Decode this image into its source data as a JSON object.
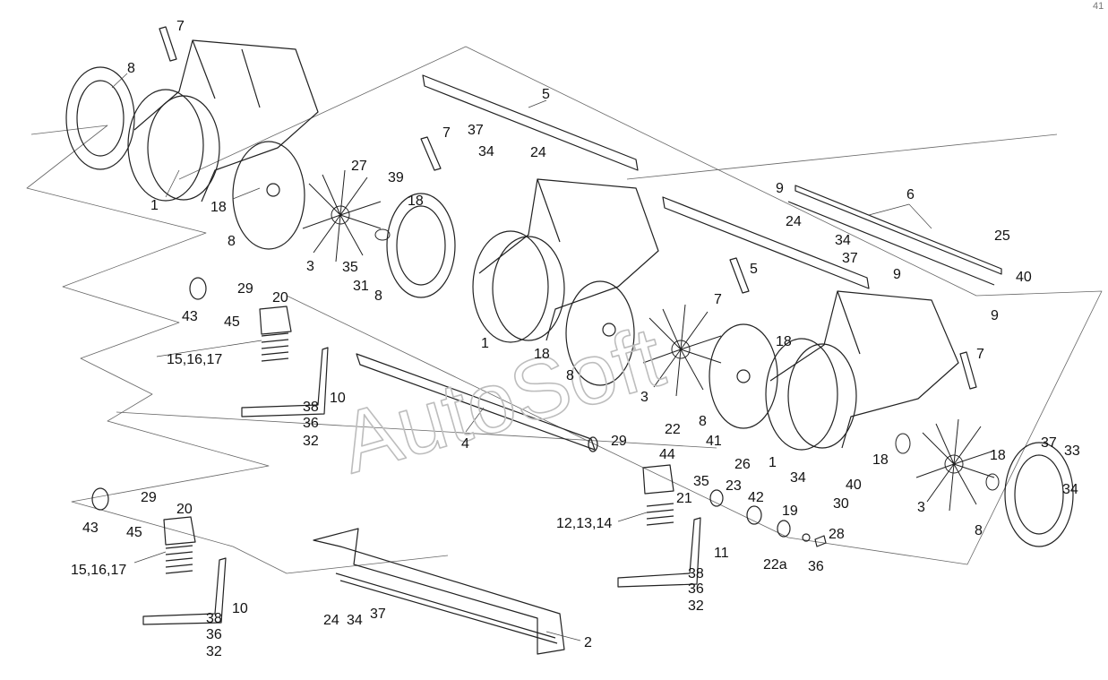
{
  "watermark": "AutoSoft",
  "page_number": "41",
  "callouts": {
    "c_7a": "7",
    "c_8a": "8",
    "c_1a": "1",
    "c_18a": "18",
    "c_8b": "8",
    "c_3a": "3",
    "c_27": "27",
    "c_39": "39",
    "c_18b": "18",
    "c_35a": "35",
    "c_31": "31",
    "c_8c": "8",
    "c_5a": "5",
    "c_37a": "37",
    "c_34a": "34",
    "c_24a": "24",
    "c_7b": "7",
    "c_9a": "9",
    "c_6": "6",
    "c_24b": "24",
    "c_34b": "34",
    "c_37b": "37",
    "c_9b": "9",
    "c_25": "25",
    "c_40a": "40",
    "c_9c": "9",
    "c_5b": "5",
    "c_7c": "7",
    "c_43a": "43",
    "c_29a": "29",
    "c_20a": "20",
    "c_45a": "45",
    "c_15a": "15,16,17",
    "c_10a": "10",
    "c_38a": "38",
    "c_36a": "36",
    "c_32a": "32",
    "c_1b": "1",
    "c_18c": "18",
    "c_8d": "8",
    "c_3b": "3",
    "c_18d": "18",
    "c_7d": "7",
    "c_4": "4",
    "c_29b": "29",
    "c_44": "44",
    "c_22": "22",
    "c_8e": "8",
    "c_41": "41",
    "c_26": "26",
    "c_35b": "35",
    "c_21": "21",
    "c_23": "23",
    "c_42": "42",
    "c_19": "19",
    "c_12": "12,13,14",
    "c_28": "28",
    "c_22a": "22a",
    "c_36b": "36",
    "c_11": "11",
    "c_38b": "38",
    "c_36c": "36",
    "c_32b": "32",
    "c_1c": "1",
    "c_18e": "18",
    "c_37c": "37",
    "c_33": "33",
    "c_34c": "34",
    "c_34d": "34",
    "c_40b": "40",
    "c_30": "30",
    "c_3c": "3",
    "c_8f": "8",
    "c_43b": "43",
    "c_29c": "29",
    "c_20b": "20",
    "c_45b": "45",
    "c_15b": "15,16,17",
    "c_10b": "10",
    "c_38c": "38",
    "c_36d": "36",
    "c_32c": "32",
    "c_24c": "24",
    "c_34e": "34",
    "c_37d": "37",
    "c_2": "2"
  }
}
